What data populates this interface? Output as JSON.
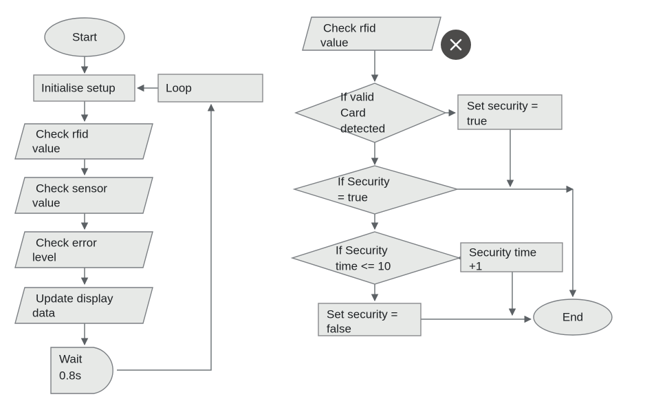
{
  "diagram": {
    "title_present": false,
    "background_color": "#ffffff",
    "node_fill": "#e7e9e7",
    "node_stroke": "#7b7f83",
    "edge_color": "#6f7579",
    "text_color": "#1d2023",
    "left_flow": {
      "name": "main-loop-flow",
      "nodes": [
        {
          "id": "start",
          "shape": "ellipse",
          "label": "Start"
        },
        {
          "id": "initialise-setup",
          "shape": "rectangle",
          "label": "Initialise setup"
        },
        {
          "id": "loop",
          "shape": "rectangle",
          "label": "Loop"
        },
        {
          "id": "check-rfid-value",
          "shape": "parallelogram",
          "label_line1": "Check rfid",
          "label_line2": "value"
        },
        {
          "id": "check-sensor-value",
          "shape": "parallelogram",
          "label_line1": "Check sensor",
          "label_line2": "value"
        },
        {
          "id": "check-error-level",
          "shape": "parallelogram",
          "label_line1": "Check error",
          "label_line2": "level"
        },
        {
          "id": "update-display-data",
          "shape": "parallelogram",
          "label_line1": "Update display",
          "label_line2": "data"
        },
        {
          "id": "wait",
          "shape": "delay",
          "label_line1": "Wait",
          "label_line2": "0.8s"
        }
      ],
      "edges": [
        {
          "from": "start",
          "to": "initialise-setup"
        },
        {
          "from": "initialise-setup",
          "to": "check-rfid-value"
        },
        {
          "from": "check-rfid-value",
          "to": "check-sensor-value"
        },
        {
          "from": "check-sensor-value",
          "to": "check-error-level"
        },
        {
          "from": "check-error-level",
          "to": "update-display-data"
        },
        {
          "from": "update-display-data",
          "to": "wait"
        },
        {
          "from": "wait",
          "to": "loop"
        },
        {
          "from": "loop",
          "to": "initialise-setup"
        }
      ]
    },
    "right_flow": {
      "name": "security-check-flow",
      "nodes": [
        {
          "id": "check-rfid-value-right",
          "shape": "parallelogram",
          "label_line1": "Check rfid",
          "label_line2": "value"
        },
        {
          "id": "if-valid-card-detected",
          "shape": "diamond",
          "label_line1": "If valid",
          "label_line2": "Card",
          "label_line3": "detected"
        },
        {
          "id": "set-security-true",
          "shape": "rectangle",
          "label_line1": "Set security =",
          "label_line2": "true"
        },
        {
          "id": "if-security-true",
          "shape": "diamond",
          "label_line1": "If Security",
          "label_line2": "= true"
        },
        {
          "id": "if-security-time-lte-10",
          "shape": "diamond",
          "label_line1": "If Security",
          "label_line2": "time <= 10"
        },
        {
          "id": "security-time-plus-1",
          "shape": "rectangle",
          "label_line1": "Security time",
          "label_line2": "+1"
        },
        {
          "id": "set-security-false",
          "shape": "rectangle",
          "label_line1": "Set security =",
          "label_line2": "false"
        },
        {
          "id": "end",
          "shape": "ellipse",
          "label": "End"
        }
      ],
      "edges": [
        {
          "from": "check-rfid-value-right",
          "to": "if-valid-card-detected"
        },
        {
          "from": "if-valid-card-detected",
          "to": "set-security-true"
        },
        {
          "from": "if-valid-card-detected",
          "to": "if-security-true"
        },
        {
          "from": "set-security-true",
          "to": "end-junction"
        },
        {
          "from": "if-security-true",
          "to": "end-junction"
        },
        {
          "from": "if-security-true",
          "to": "if-security-time-lte-10"
        },
        {
          "from": "if-security-time-lte-10",
          "to": "security-time-plus-1"
        },
        {
          "from": "if-security-time-lte-10",
          "to": "set-security-false"
        },
        {
          "from": "security-time-plus-1",
          "to": "end"
        },
        {
          "from": "set-security-false",
          "to": "end"
        }
      ]
    },
    "overlay": {
      "close_button": {
        "name": "close-icon",
        "glyph": "×",
        "circle_color": "#4c4b4a",
        "glyph_color": "#ffffff"
      }
    }
  }
}
